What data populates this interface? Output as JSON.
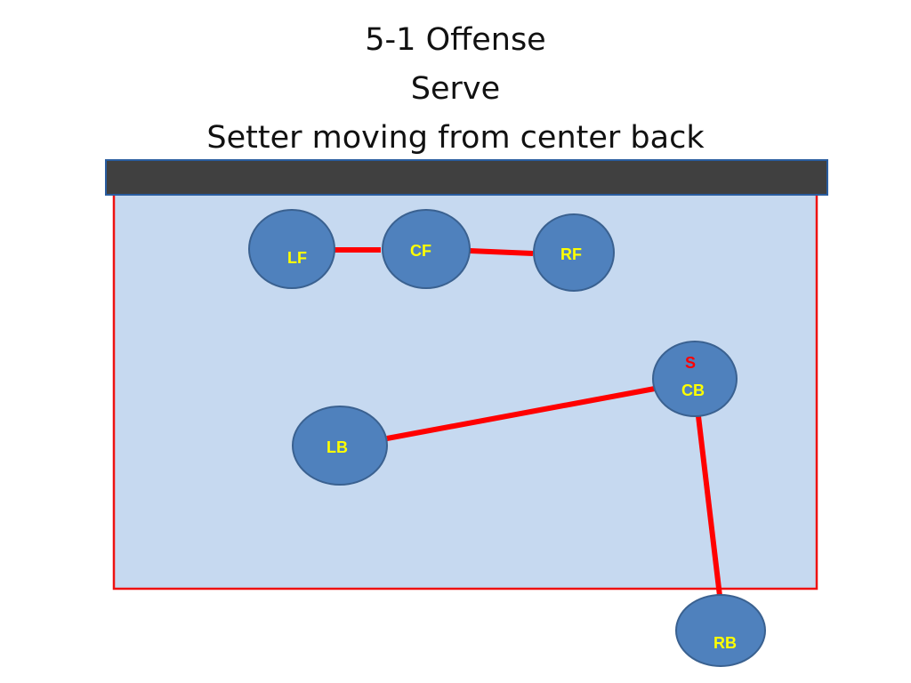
{
  "title": {
    "line1": "5-1 Offense",
    "line2": "Serve",
    "line3": "Setter moving from center back"
  },
  "colors": {
    "court_fill": "#c6d9f0",
    "court_border": "#ee1111",
    "net_fill": "#404040",
    "net_border": "#2a5d9f",
    "player_fill": "#4f81bd",
    "player_border": "#3a6190",
    "label_color": "#ffff00",
    "setter_label_color": "#ff0000",
    "link_color": "#ff0000"
  },
  "players": [
    {
      "id": "lf",
      "label": "LF"
    },
    {
      "id": "cf",
      "label": "CF"
    },
    {
      "id": "rf",
      "label": "RF"
    },
    {
      "id": "cb",
      "label": "CB",
      "marker": "S"
    },
    {
      "id": "lb",
      "label": "LB"
    },
    {
      "id": "rb",
      "label": "RB"
    }
  ],
  "links": [
    {
      "from": "lf",
      "to": "cf"
    },
    {
      "from": "cf",
      "to": "rf"
    },
    {
      "from": "lb",
      "to": "cb"
    },
    {
      "from": "cb",
      "to": "rb"
    }
  ]
}
